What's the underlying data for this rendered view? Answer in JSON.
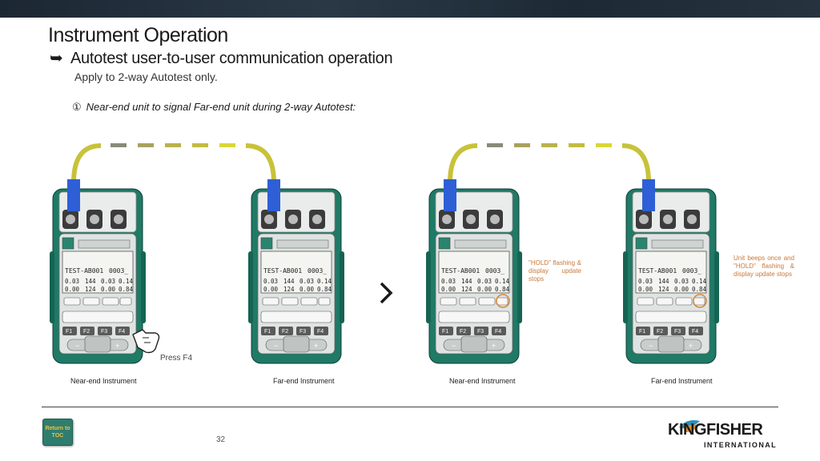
{
  "header": {
    "title": "Instrument Operation",
    "subtitle": "Autotest user-to-user communication  operation",
    "note": "Apply to 2-way Autotest only.",
    "step_number": "①",
    "step_text": "Near-end unit to signal Far-end unit during 2-way Autotest:"
  },
  "instrument": {
    "screen_line1": "TEST-AB001",
    "screen_line2": "0003_",
    "row1_a": "0.03",
    "row1_b": "144",
    "row1_c": "0.03",
    "row1_d": "0.14",
    "row2_a": "0.00",
    "row2_b": "124",
    "row2_c": "0.00",
    "row2_d": "0.84",
    "keys": [
      "F1",
      "F2",
      "F3",
      "F4"
    ],
    "minus": "−",
    "plus": "+"
  },
  "captions": {
    "near1": "Near-end Instrument",
    "far1": "Far-end Instrument",
    "near2": "Near-end Instrument",
    "far2": "Far-end Instrument",
    "press": "Press F4"
  },
  "annotations": {
    "hold": "\"HOLD\" flashing & display update stops",
    "beep": "Unit beeps once and \"HOLD\" flashing & display update stops"
  },
  "footer": {
    "toc_label": "Return to TOC",
    "page": "32",
    "logo_main": "KINGFISHER",
    "logo_sub": "INTERNATIONAL"
  },
  "colors": {
    "body_green": "#1f7a66",
    "fiber_yellow": "#c8c23a",
    "connector_blue": "#2f5fd6",
    "annotation": "#c8783a"
  }
}
